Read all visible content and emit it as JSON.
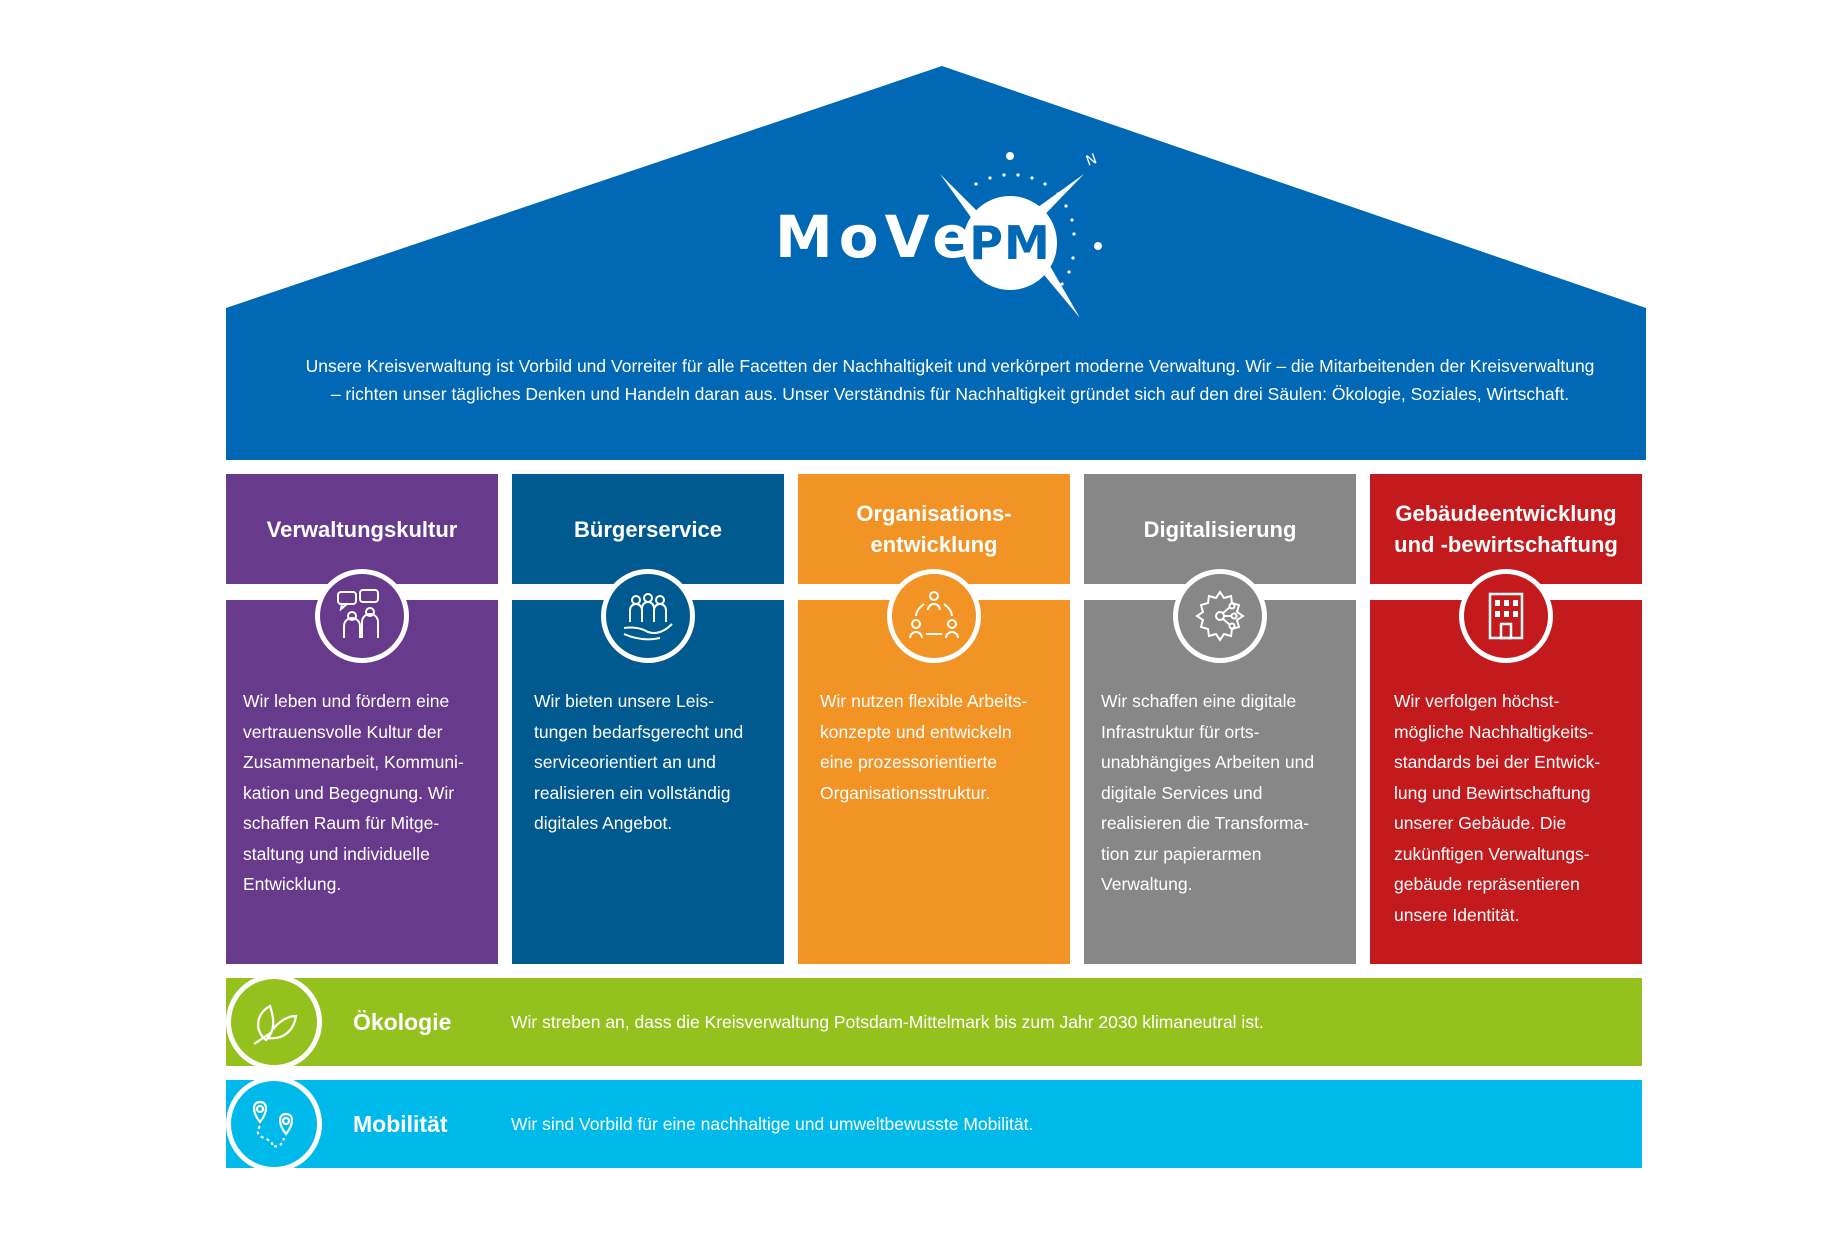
{
  "colors": {
    "roof": "#0068b4",
    "verwaltungskultur": "#673a8c",
    "buergerservice": "#005a8f",
    "organisation": "#f29325",
    "digitalisierung": "#878787",
    "gebaeude": "#c21a1d",
    "oekologie": "#95c11f",
    "mobilitaet": "#00b9eb"
  },
  "logo": {
    "move": "MoVe",
    "pm": "PM",
    "compass_north": "N"
  },
  "intro_text": "Unsere Kreisverwaltung ist Vorbild und Vorreiter für alle Facetten der Nachhaltigkeit und verkörpert moderne Verwaltung. Wir – die Mitarbeitenden der Kreisverwaltung – richten unser tägliches Denken und Handeln daran aus. Unser Verständnis für Nachhaltigkeit gründet sich auf den drei Säulen: Ökologie, Soziales, Wirtschaft.",
  "pillars": [
    {
      "title": "Verwaltungskultur",
      "icon": "people-chat-icon",
      "text": "Wir leben und fördern eine\nvertrauensvolle Kultur der\nZusammenarbeit, Kommuni-\nkation und Begegnung. Wir\nschaffen Raum für Mitge-\nstaltung und individuelle\nEntwicklung."
    },
    {
      "title": "Bürgerservice",
      "icon": "people-hand-icon",
      "text": "Wir bieten unsere Leis-\ntungen bedarfsgerecht und\nserviceorientiert an und\nrealisieren ein vollständig\ndigitales Angebot."
    },
    {
      "title": "Organisations-\nentwicklung",
      "icon": "people-network-icon",
      "text": "Wir nutzen flexible Arbeits-\nkonzepte und entwickeln\neine prozessorientierte\nOrganisationsstruktur."
    },
    {
      "title": "Digitalisierung",
      "icon": "gear-network-icon",
      "text": "Wir schaffen eine digitale\nInfrastruktur für orts-\nunabhängiges Arbeiten und\ndigitale Services und\nrealisieren die Transforma-\ntion zur papierarmen\nVerwaltung."
    },
    {
      "title": "Gebäudeentwicklung\nund -bewirtschaftung",
      "icon": "building-icon",
      "text": "Wir verfolgen höchst-\nmögliche Nachhaltigkeits-\nstandards bei der Entwick-\nlung und Bewirtschaftung\nunserer Gebäude. Die\nzukünftigen Verwaltungs-\ngebäude repräsentieren\nunsere Identität."
    }
  ],
  "bands": [
    {
      "title": "Ökologie",
      "icon": "leaf-icon",
      "text": "Wir streben an, dass die Kreisverwaltung Potsdam-Mittelmark bis zum Jahr 2030 klimaneutral ist."
    },
    {
      "title": "Mobilität",
      "icon": "route-pins-icon",
      "text": "Wir sind Vorbild für eine nachhaltige und umweltbewusste Mobilität."
    }
  ]
}
